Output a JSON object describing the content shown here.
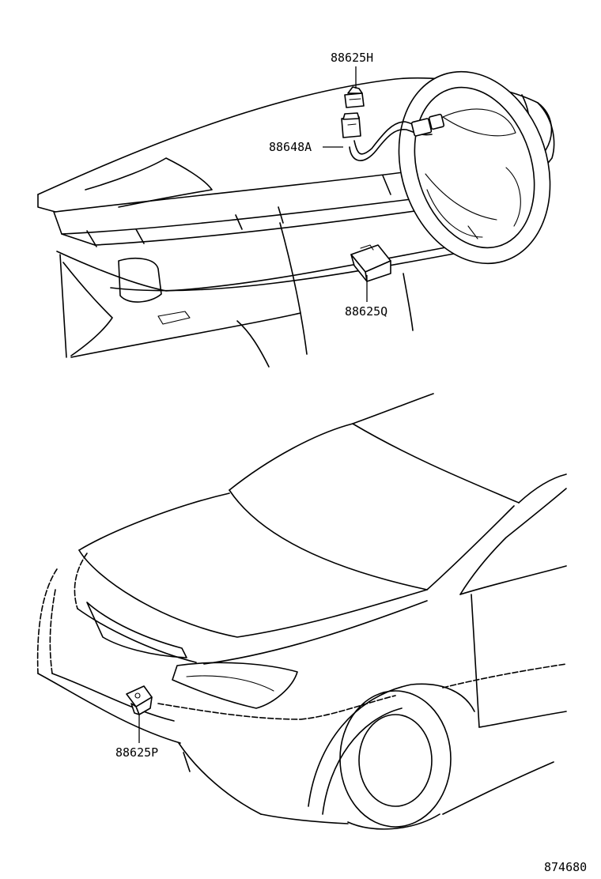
{
  "labels": {
    "p1": "88625H",
    "p2": "88648A",
    "p3": "88625Q",
    "p4": "88625P"
  },
  "figure_number": "874680"
}
